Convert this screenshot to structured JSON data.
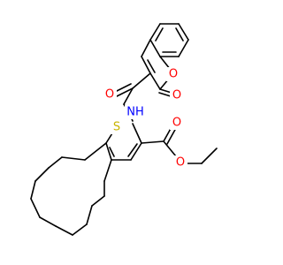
{
  "molecule": {
    "atom_labels": {
      "ring_oxygen": "O",
      "lactone_oxygen": "O",
      "amide_oxygen": "O",
      "amide_nitrogen": "NH",
      "thiophene_sulfur": "S",
      "ester_carbonyl_oxygen": "O",
      "ester_ether_oxygen": "O"
    },
    "colors": {
      "bond": "#000000",
      "oxygen": "#ff0000",
      "nitrogen": "#0000ff",
      "sulfur": "#c8b400",
      "background": "#ffffff"
    }
  }
}
